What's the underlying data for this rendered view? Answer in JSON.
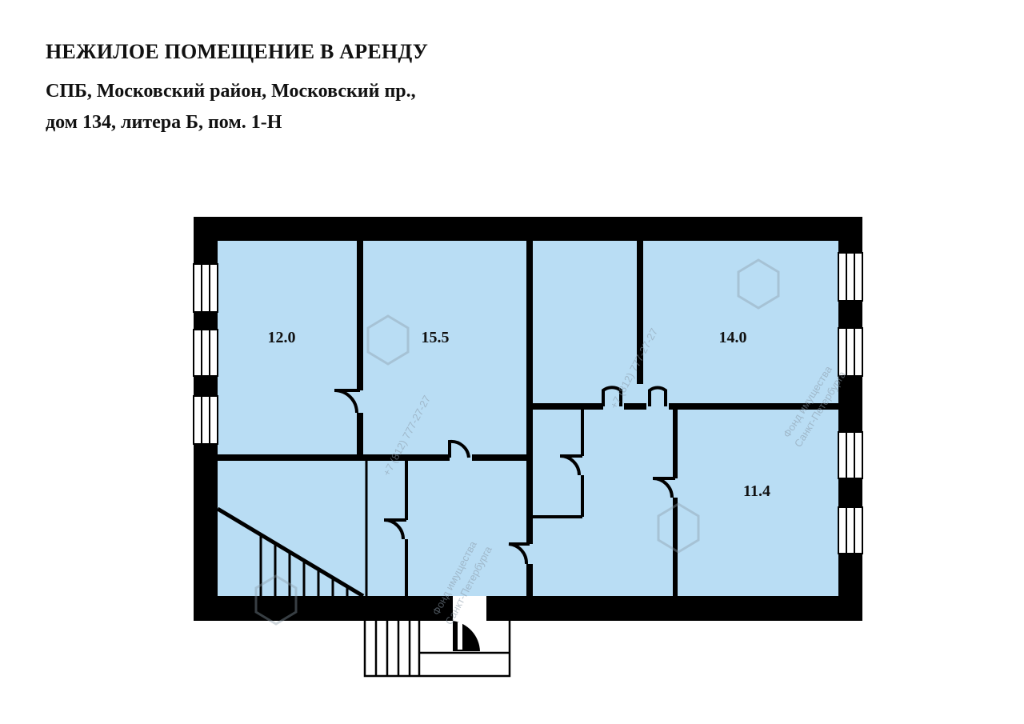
{
  "header": {
    "title": "НЕЖИЛОЕ ПОМЕЩЕНИЕ В АРЕНДУ",
    "address_line1": "СПБ, Московский район, Московский пр.,",
    "address_line2": "дом 134, литера Б, пом. 1-Н"
  },
  "plan": {
    "rooms": [
      {
        "id": "room-a",
        "area": "12.0"
      },
      {
        "id": "room-b",
        "area": "15.5"
      },
      {
        "id": "room-c",
        "area": "14.0"
      },
      {
        "id": "room-d",
        "area": "11.4"
      }
    ],
    "colors": {
      "wall": "#000000",
      "floor": "#b9ddf4",
      "background": "#ffffff"
    }
  },
  "watermark": {
    "phone": "+7 (812) 777-27-27",
    "org_line1": "Фонд имущества",
    "org_line2": "Санкт-Петербурга"
  }
}
